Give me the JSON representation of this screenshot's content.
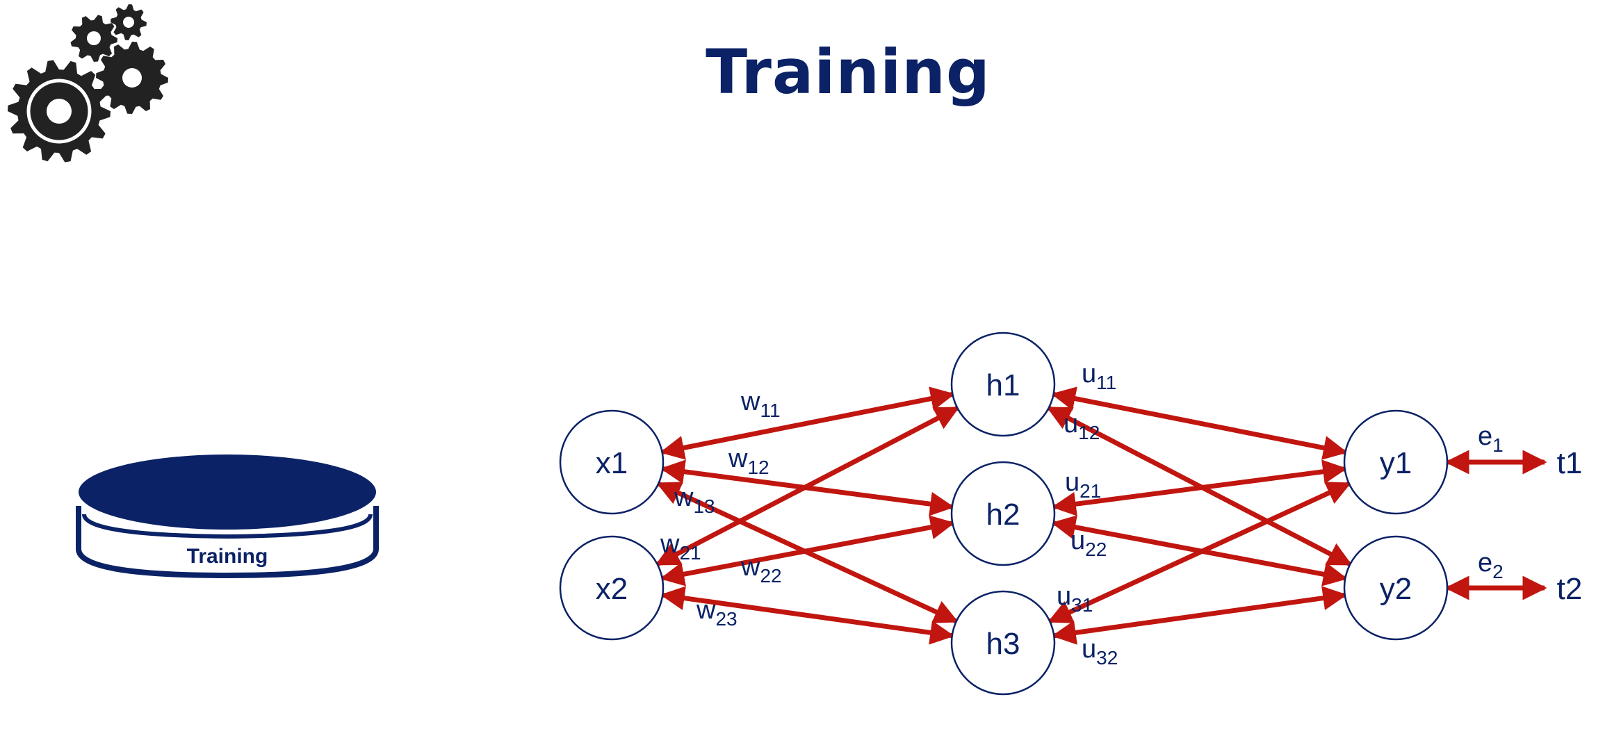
{
  "title": "Training",
  "database": {
    "label": "Training"
  },
  "colors": {
    "navy": "#0b2266",
    "arrow": "#c0160f",
    "gear": "#222222"
  },
  "icons": [
    "gears-icon",
    "database-icon"
  ],
  "nodes": {
    "inputs": [
      "x1",
      "x2"
    ],
    "hidden": [
      "h1",
      "h2",
      "h3"
    ],
    "outputs": [
      "y1",
      "y2"
    ],
    "targets": [
      "t1",
      "t2"
    ]
  },
  "weights": {
    "w": [
      {
        "base": "w",
        "sub": "11"
      },
      {
        "base": "w",
        "sub": "12"
      },
      {
        "base": "w",
        "sub": "13"
      },
      {
        "base": "w",
        "sub": "21"
      },
      {
        "base": "w",
        "sub": "22"
      },
      {
        "base": "w",
        "sub": "23"
      }
    ],
    "u": [
      {
        "base": "u",
        "sub": "11"
      },
      {
        "base": "u",
        "sub": "12"
      },
      {
        "base": "u",
        "sub": "21"
      },
      {
        "base": "u",
        "sub": "22"
      },
      {
        "base": "u",
        "sub": "31"
      },
      {
        "base": "u",
        "sub": "32"
      }
    ]
  },
  "errors": [
    {
      "base": "e",
      "sub": "1"
    },
    {
      "base": "e",
      "sub": "2"
    }
  ]
}
